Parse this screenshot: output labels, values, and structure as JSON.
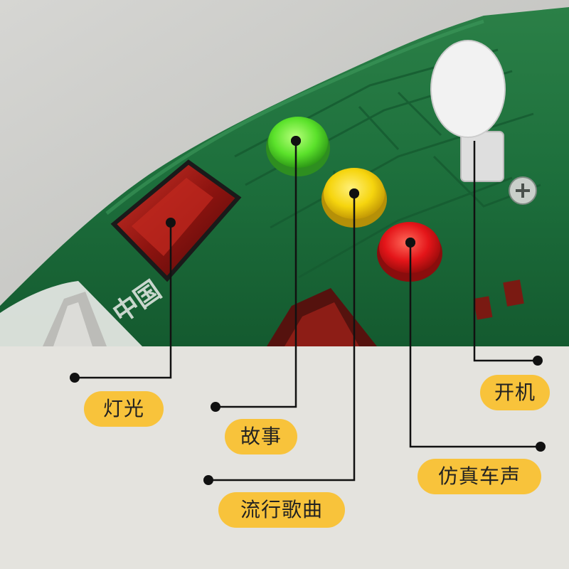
{
  "labels": {
    "lights": "灯光",
    "story": "故事",
    "pop_songs": "流行歌曲",
    "power": "开机",
    "engine_sound": "仿真车声"
  },
  "emblem_text": "中国",
  "colors": {
    "train_green": "#1d6f3c",
    "button_green": "#5be22b",
    "button_yellow": "#f6d50e",
    "button_red": "#e41519",
    "label_pill": "#f8c33b",
    "background": "#e4e3de"
  }
}
